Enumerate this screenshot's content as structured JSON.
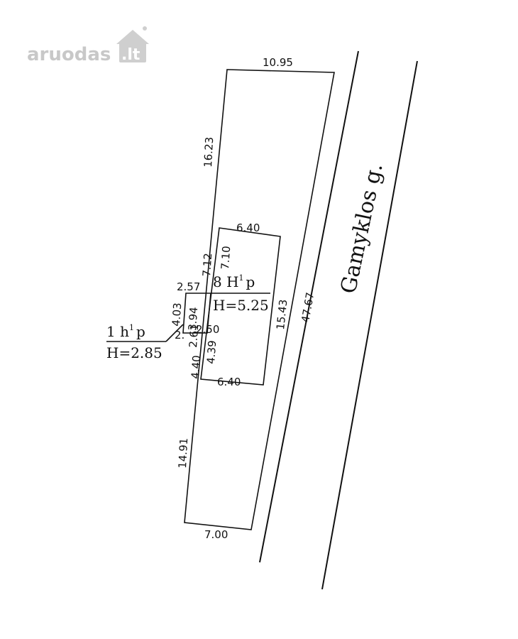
{
  "watermark": {
    "brand": "aruodas",
    "tld": ".lt"
  },
  "street": {
    "name": "Gamyklos g."
  },
  "parcel": {
    "top": "10.95",
    "left_upper": "16.23",
    "right": "47.67",
    "left_lower": "14.91",
    "bottom": "7.00"
  },
  "building_main": {
    "label": "8 H",
    "sup": "1",
    "suffix": "p",
    "height": "H=5.25",
    "top": "6.40",
    "bottom": "6.40",
    "right": "15.43",
    "left_a": "7.12",
    "left_b": "7.10",
    "left_c": "2.50",
    "left_d": "4.39",
    "left_e": "4.40"
  },
  "building_small": {
    "label": "1 h",
    "sup": "1",
    "suffix": "p",
    "height": "H=2.85",
    "top": "2.57",
    "left": "4.03",
    "inner": "3.94",
    "bottom": "2.61",
    "tiny": "2."
  }
}
